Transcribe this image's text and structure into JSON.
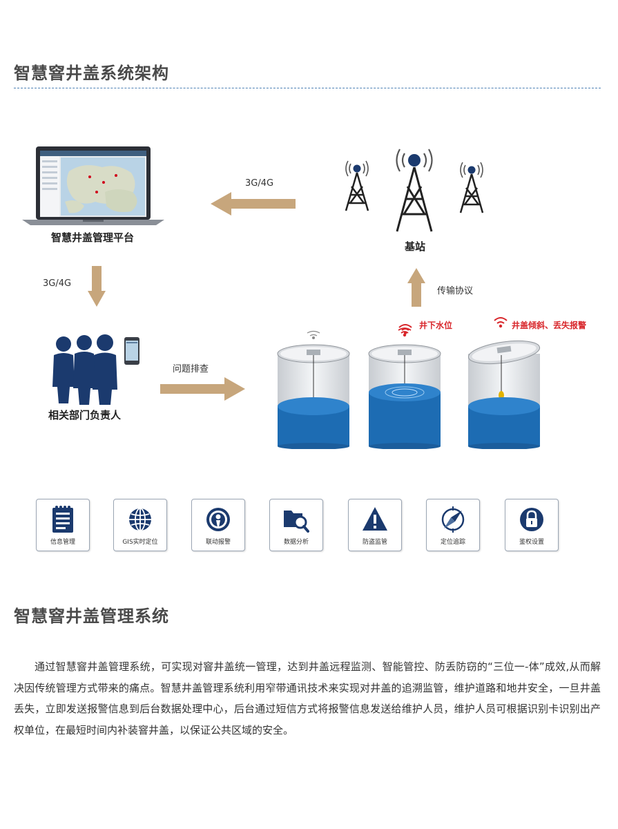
{
  "section1": {
    "title": "智慧窨井盖系统架构"
  },
  "diagram": {
    "platform_label": "智慧井盖管理平台",
    "base_station_label": "基站",
    "link_station_to_platform": "3G/4G",
    "link_platform_to_staff": "3G/4G",
    "link_cover_to_station": "传输协议",
    "staff_label": "相关部门负责人",
    "link_staff_to_cover": "问题排查",
    "alert_water_level": "井下水位",
    "alert_tilt_loss": "井盖倾斜、丢失报警",
    "accent_color": "#c7a67c",
    "icon_color": "#1b3a6e",
    "water_color": "#1d6cb3",
    "alert_color": "#d8262b"
  },
  "features": [
    {
      "label": "信息管理",
      "icon": "document-list-icon"
    },
    {
      "label": "GIS实时定位",
      "icon": "globe-icon"
    },
    {
      "label": "联动报警",
      "icon": "broadcast-alarm-icon"
    },
    {
      "label": "数据分析",
      "icon": "folder-search-icon"
    },
    {
      "label": "防盗监管",
      "icon": "warning-triangle-icon"
    },
    {
      "label": "定位追踪",
      "icon": "compass-icon"
    },
    {
      "label": "鉴权设置",
      "icon": "lock-icon"
    }
  ],
  "section2": {
    "title": "智慧窨井盖管理系统",
    "paragraph": "通过智慧窨井盖管理系统，可实现对窨井盖统一管理，达到井盖远程监测、智能管控、防丢防窃的“三位一-体”成效,从而解决因传统管理方式带来的痛点。智慧井盖管理系统利用窄带通讯技术来实现对井盖的追溯监管，维护道路和地井安全，一旦井盖丢失，立即发送报警信息到后台数据处理中心，后台通过短信方式将报警信息发送给维护人员，维护人员可根据识别卡识别出产权单位，在最短时间内补装窨井盖，以保证公共区域的安全。"
  }
}
